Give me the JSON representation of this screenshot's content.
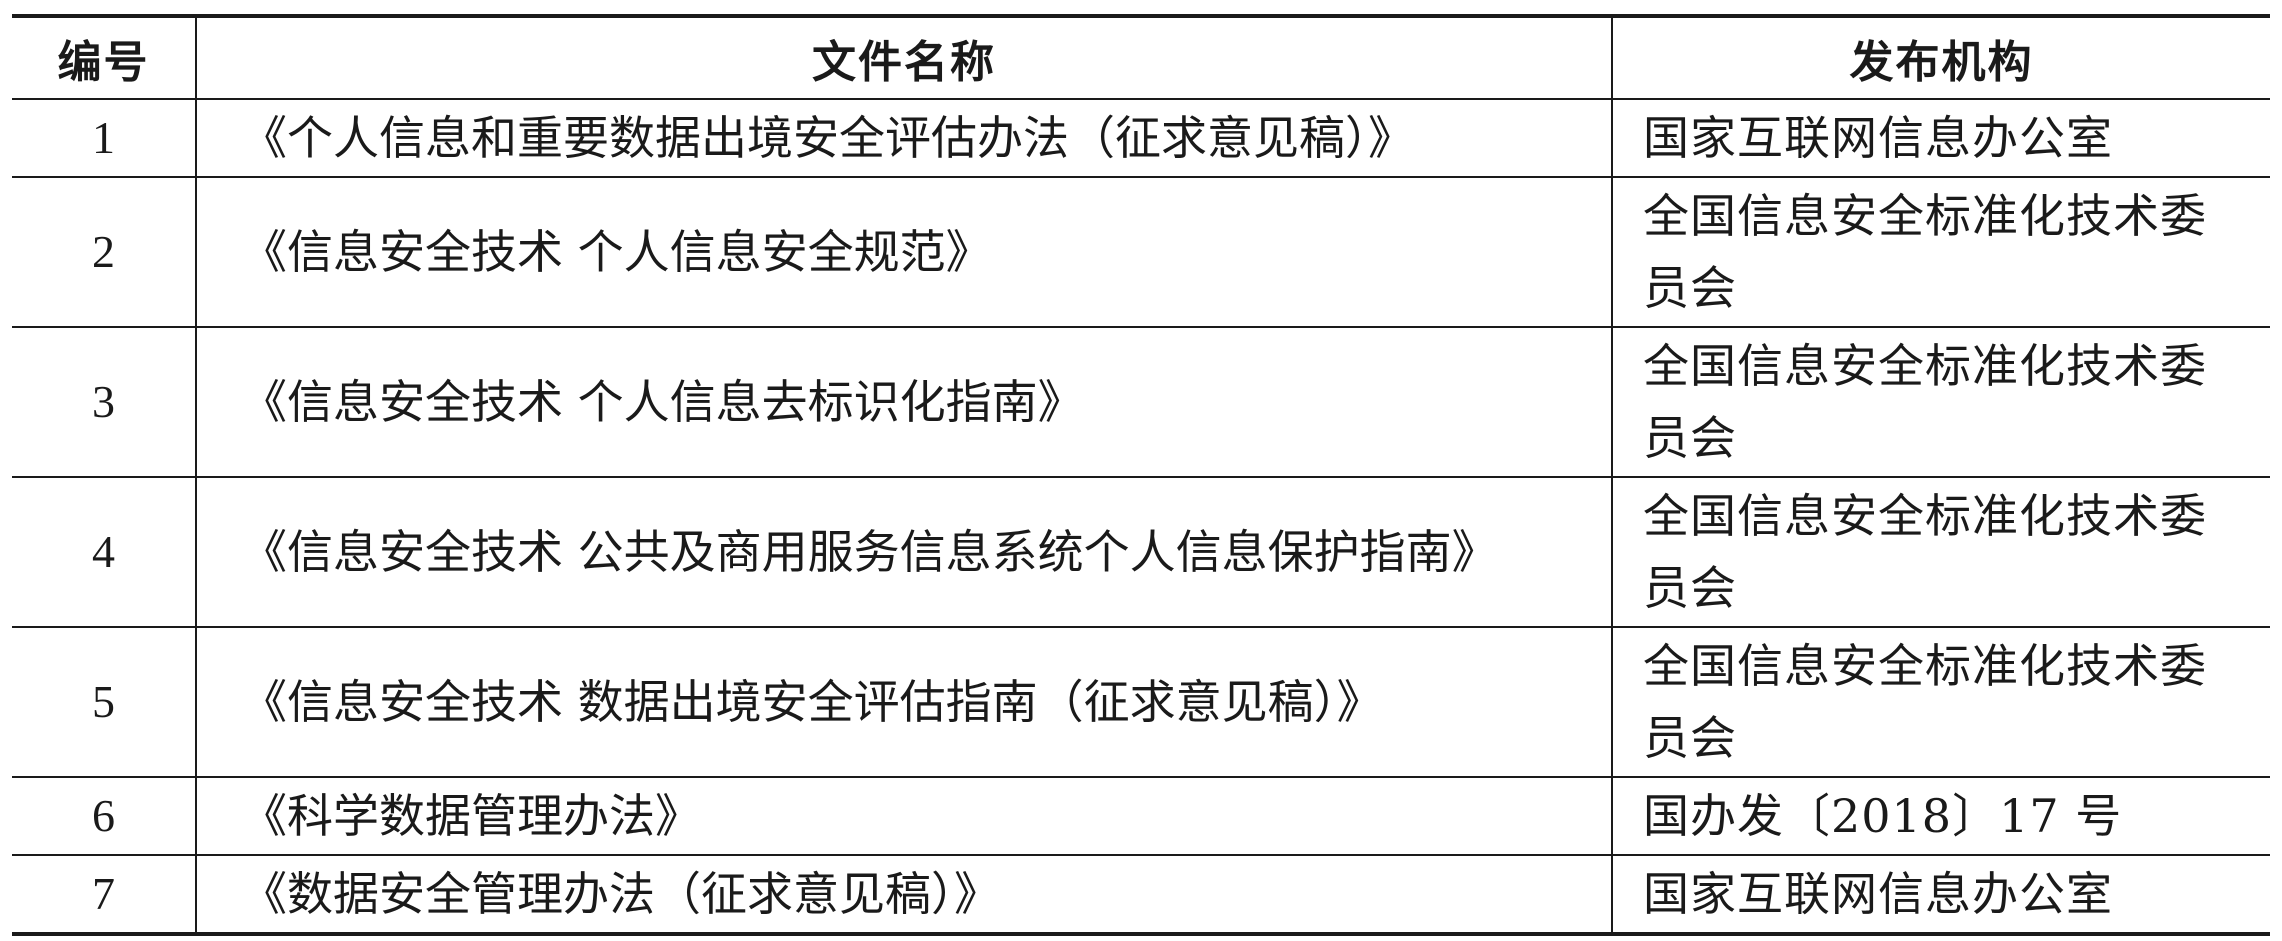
{
  "table": {
    "headers": {
      "num": "编号",
      "name": "文件名称",
      "org": "发布机构"
    },
    "rows": [
      {
        "num": "1",
        "name": "《个人信息和重要数据出境安全评估办法（征求意见稿）》",
        "org": "国家互联网信息办公室"
      },
      {
        "num": "2",
        "name": "《信息安全技术  个人信息安全规范》",
        "org": "全国信息安全标准化技术委员会"
      },
      {
        "num": "3",
        "name": "《信息安全技术  个人信息去标识化指南》",
        "org": "全国信息安全标准化技术委员会"
      },
      {
        "num": "4",
        "name": "《信息安全技术  公共及商用服务信息系统个人信息保护指南》",
        "org": "全国信息安全标准化技术委员会"
      },
      {
        "num": "5",
        "name": "《信息安全技术  数据出境安全评估指南（征求意见稿）》",
        "org": "全国信息安全标准化技术委员会"
      },
      {
        "num": "6",
        "name": "《科学数据管理办法》",
        "org": "国办发〔2018〕17 号"
      },
      {
        "num": "7",
        "name": "《数据安全管理办法（征求意见稿）》",
        "org": "国家互联网信息办公室"
      }
    ]
  }
}
